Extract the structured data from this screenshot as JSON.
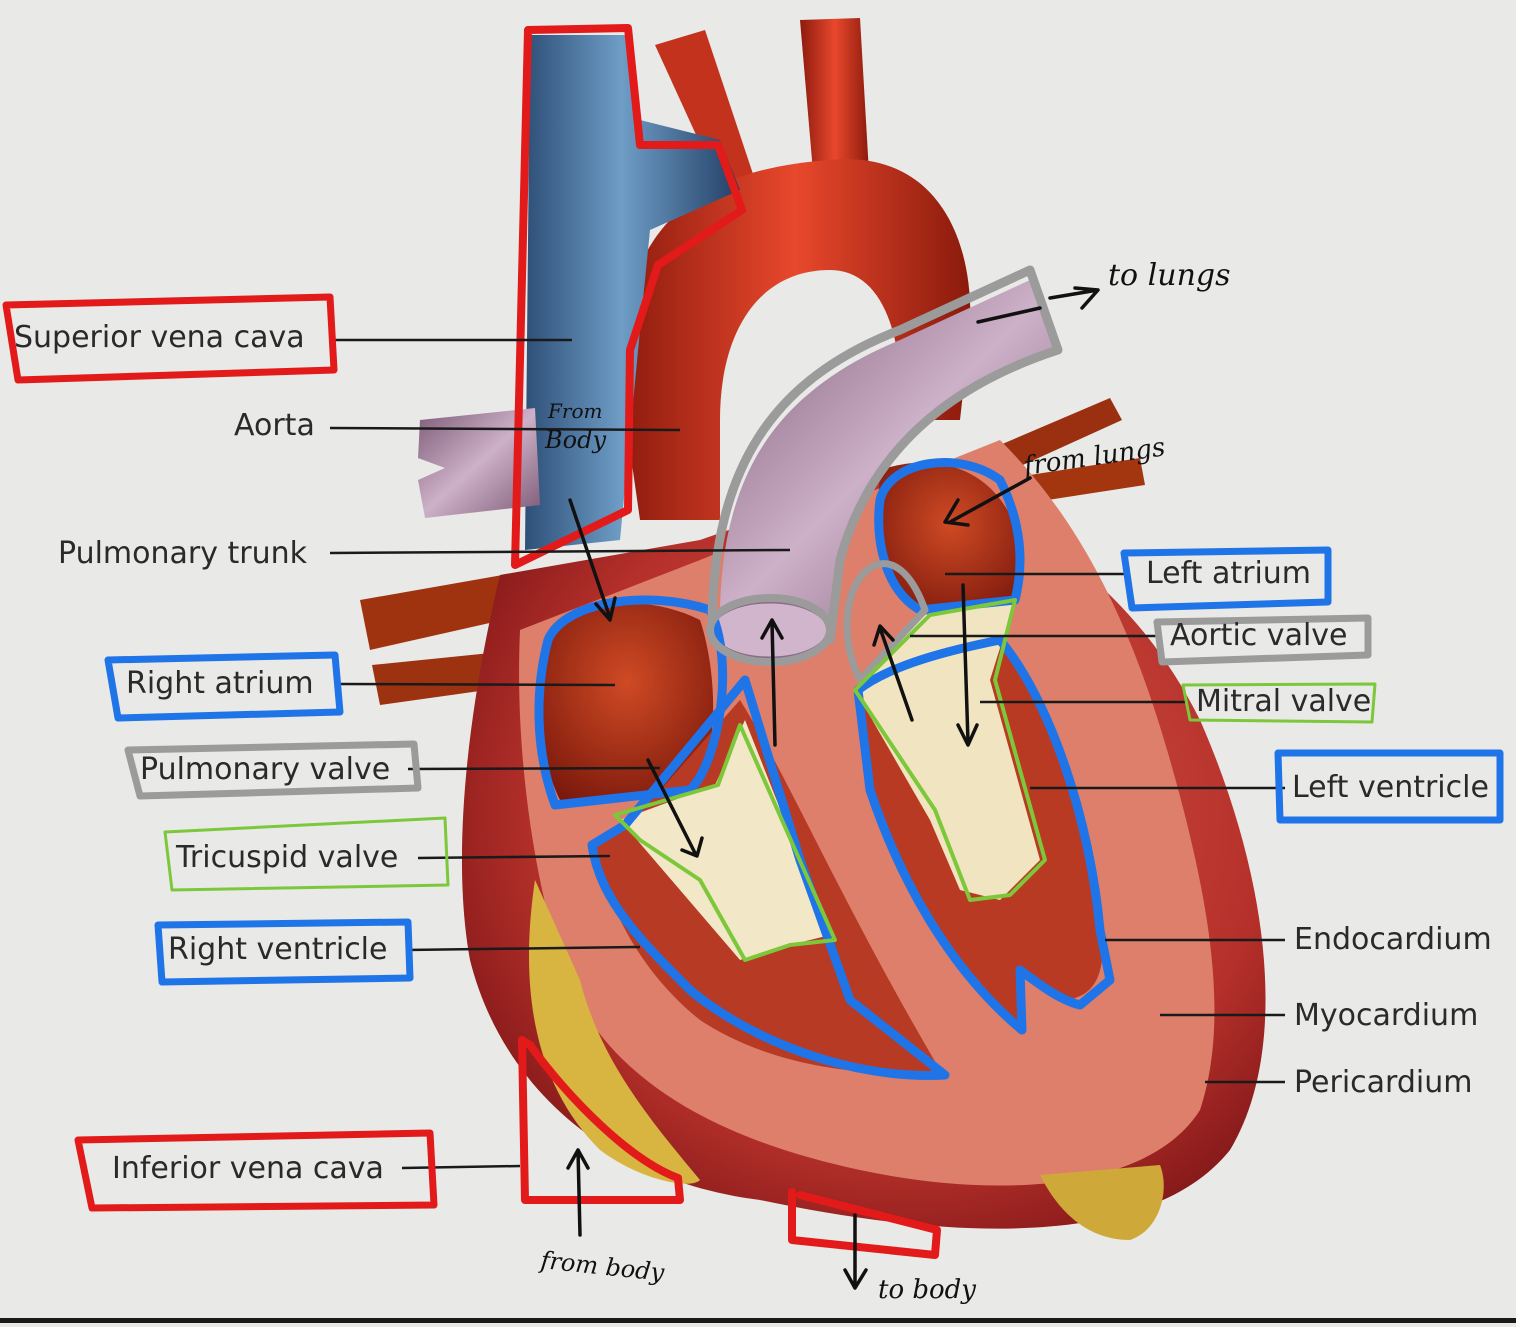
{
  "labels": {
    "superior_vena_cava": "Superior vena cava",
    "aorta": "Aorta",
    "pulmonary_trunk": "Pulmonary trunk",
    "right_atrium": "Right atrium",
    "pulmonary_valve": "Pulmonary valve",
    "tricuspid_valve": "Tricuspid valve",
    "right_ventricle": "Right ventricle",
    "inferior_vena_cava": "Inferior vena cava",
    "left_atrium": "Left atrium",
    "aortic_valve": "Aortic valve",
    "mitral_valve": "Mitral valve",
    "left_ventricle": "Left ventricle",
    "endocardium": "Endocardium",
    "myocardium": "Myocardium",
    "pericardium": "Pericardium"
  },
  "annotations": {
    "to_lungs": "to lungs",
    "from_lungs": "from lungs",
    "from_body_top_1": "From",
    "from_body_top_2": "Body",
    "from_body_bottom": "from body",
    "to_body": "to body"
  },
  "colors": {
    "red_outline": "#e21a1a",
    "blue_outline": "#1f74e8",
    "gray_outline": "#9b9b9b",
    "green_outline": "#7cc83a"
  }
}
